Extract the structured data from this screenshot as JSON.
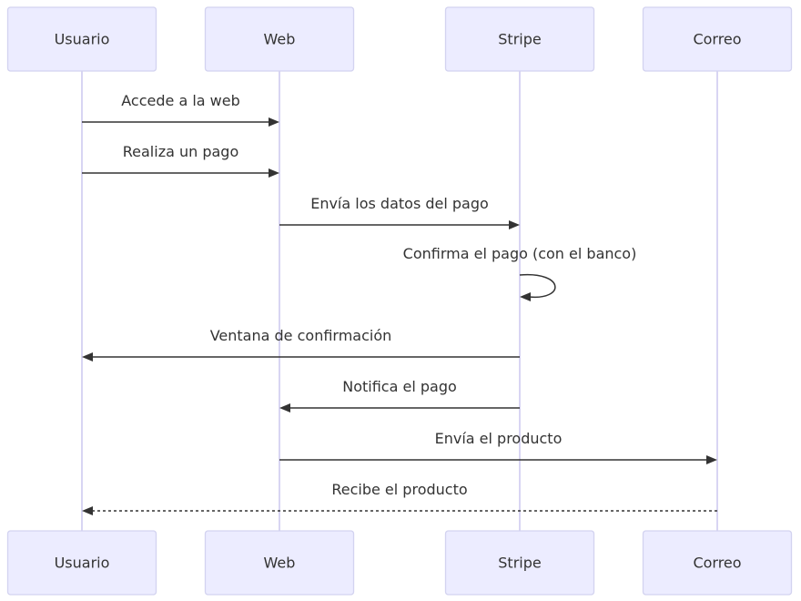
{
  "actors": [
    {
      "id": "usuario",
      "label": "Usuario"
    },
    {
      "id": "web",
      "label": "Web"
    },
    {
      "id": "stripe",
      "label": "Stripe"
    },
    {
      "id": "correo",
      "label": "Correo"
    }
  ],
  "messages": [
    {
      "from": "usuario",
      "to": "web",
      "label": "Accede a la web",
      "style": "solid"
    },
    {
      "from": "usuario",
      "to": "web",
      "label": "Realiza un pago",
      "style": "solid"
    },
    {
      "from": "web",
      "to": "stripe",
      "label": "Envía los datos del pago",
      "style": "solid"
    },
    {
      "from": "stripe",
      "to": "stripe",
      "label": "Confirma el pago (con el banco)",
      "style": "solid"
    },
    {
      "from": "stripe",
      "to": "usuario",
      "label": "Ventana de confirmación",
      "style": "solid"
    },
    {
      "from": "stripe",
      "to": "web",
      "label": "Notifica el pago",
      "style": "solid"
    },
    {
      "from": "web",
      "to": "correo",
      "label": "Envía el producto",
      "style": "solid"
    },
    {
      "from": "correo",
      "to": "usuario",
      "label": "Recibe el producto",
      "style": "dashed"
    }
  ],
  "colors": {
    "actor_fill": "#ececff",
    "actor_border": "#d3d3f0",
    "lifeline": "#d8d5f3",
    "message": "#333333"
  }
}
